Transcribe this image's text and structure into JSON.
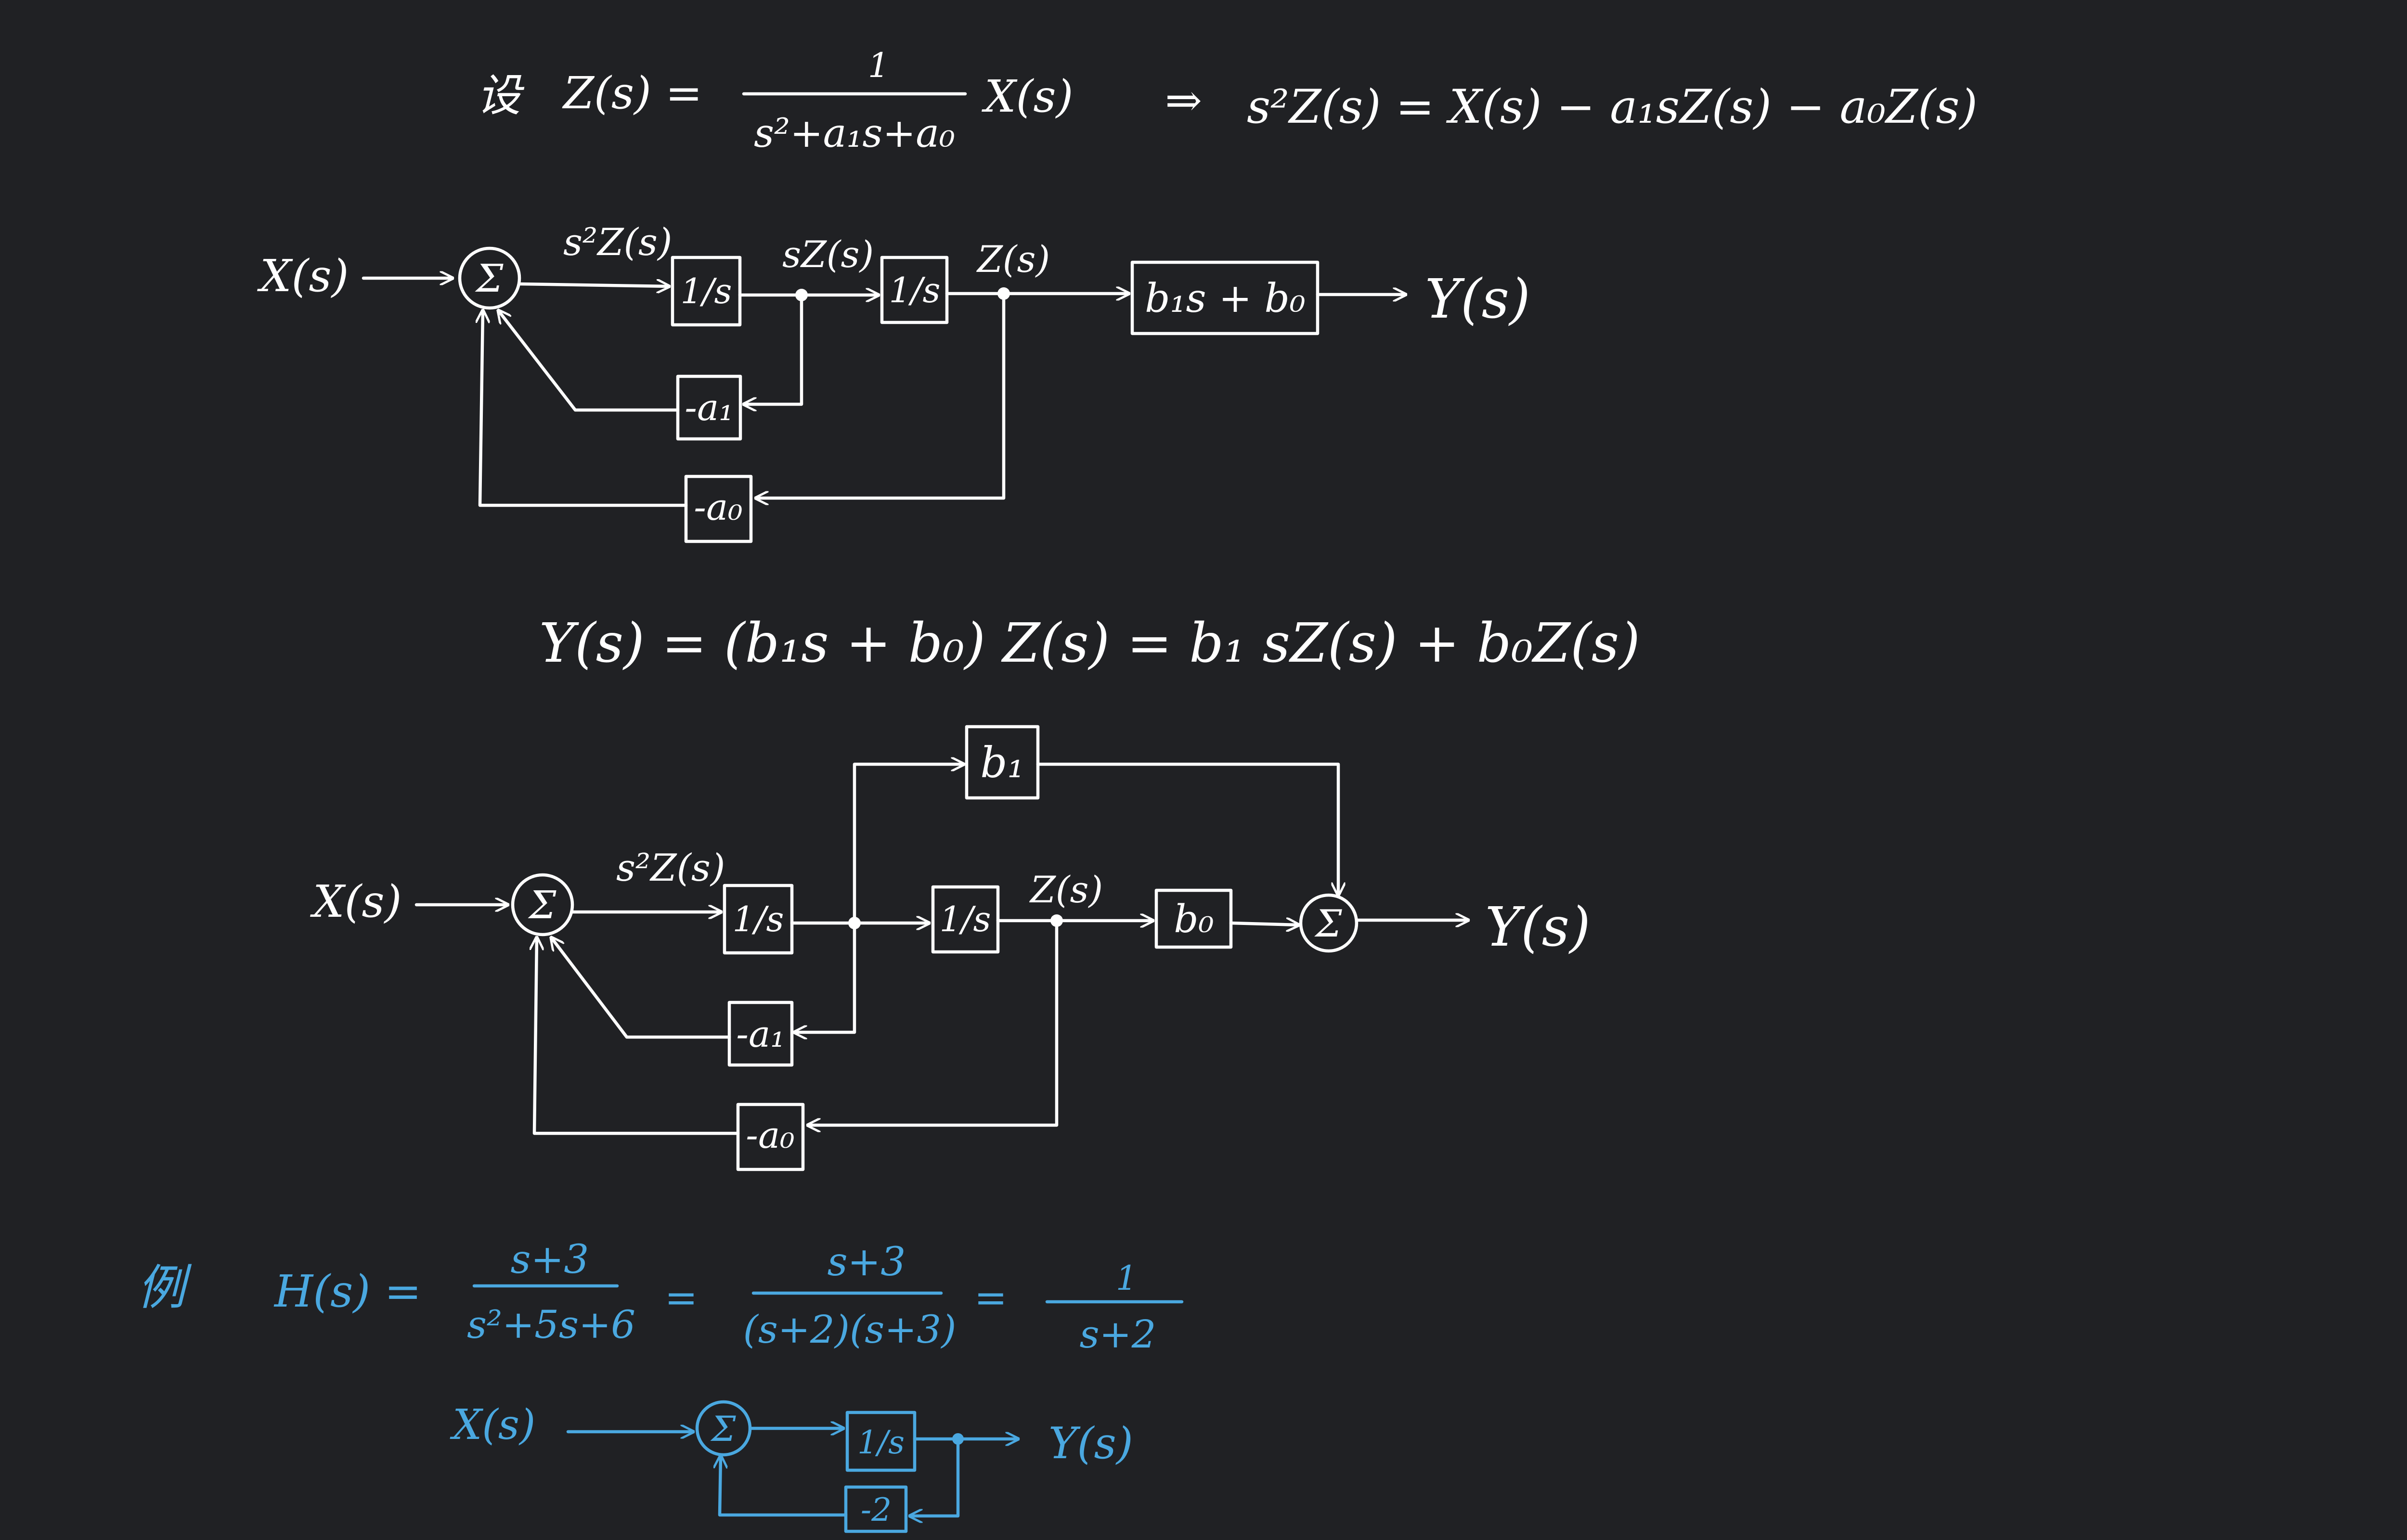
{
  "colors": {
    "background": "#202124",
    "ink_white": "#ffffff",
    "ink_blue": "#4aa8e0"
  },
  "eq1": {
    "prefix": "设",
    "lhs": "Z(s) =",
    "numerator": "1",
    "denominator": "s²+a₁s+a₀",
    "mult": "X(s)",
    "implies": "⇒",
    "rhs": "s²Z(s) = X(s) − a₁sZ(s) − a₀Z(s)"
  },
  "diagram1": {
    "input": "X(s)",
    "sum": "Σ",
    "s2z": "s²Z(s)",
    "integrator1": "1/s",
    "sz": "sZ(s)",
    "integrator2": "1/s",
    "z": "Z(s)",
    "output_block": "b₁s + b₀",
    "output": "Y(s)",
    "feedback1": "-a₁",
    "feedback0": "-a₀"
  },
  "eq2": {
    "text": "Y(s) = (b₁s + b₀) Z(s) = b₁ sZ(s) + b₀Z(s)"
  },
  "diagram2": {
    "input": "X(s)",
    "sum": "Σ",
    "s2z": "s²Z(s)",
    "integrator1": "1/s",
    "integrator2": "1/s",
    "z": "Z(s)",
    "b1": "b₁",
    "b0": "b₀",
    "sum_out": "Σ",
    "output": "Y(s)",
    "feedback1": "-a₁",
    "feedback0": "-a₀"
  },
  "example": {
    "label": "例",
    "h": "H(s) =",
    "num1": "s+3",
    "den1": "s²+5s+6",
    "eq_a": "=",
    "num2": "s+3",
    "den2": "(s+2)(s+3)",
    "eq_b": "=",
    "num3": "1",
    "den3": "s+2"
  },
  "diagram3": {
    "input": "X(s)",
    "sum": "Σ",
    "integrator": "1/s",
    "output": "Y(s)",
    "feedback": "-2"
  }
}
